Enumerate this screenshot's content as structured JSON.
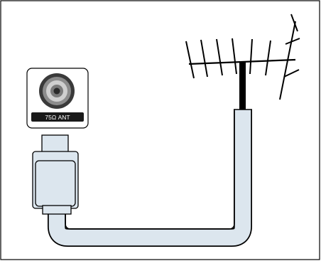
{
  "port": {
    "label": "75Ω ANT",
    "icon": "coaxial-socket-icon"
  },
  "components": {
    "antenna": "antenna-icon",
    "cable": "coaxial-cable",
    "plug": "coaxial-plug"
  },
  "colors": {
    "frame": "#000000",
    "cable_fill": "#dce6ee",
    "panel_fill": "#ffffff",
    "label_strip": "#1a1a1a",
    "socket_dark": "#3a3a3a",
    "socket_mid": "#8c8c8c",
    "socket_light": "#cfcfcf"
  }
}
